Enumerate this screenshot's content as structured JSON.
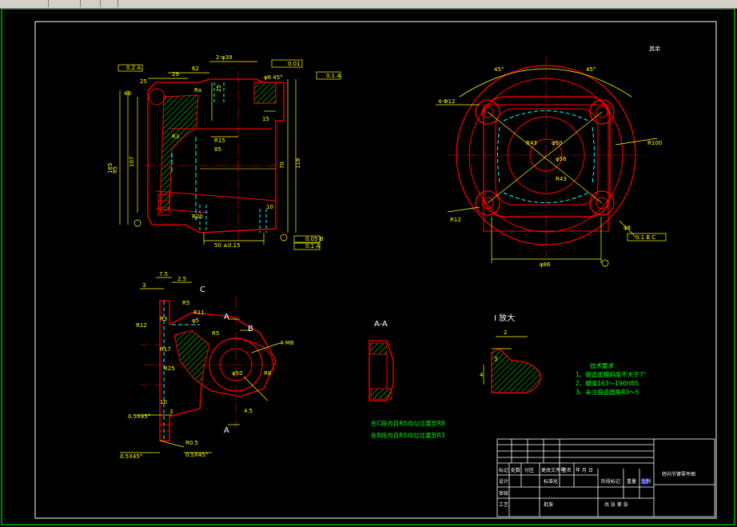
{
  "colors": {
    "background": "#000000",
    "frame": "#ffffff",
    "outline": "#ff0000",
    "dimension": "#ffff00",
    "hidden": "#00ffff",
    "center": "#ff0000",
    "hatch": "#00ff00",
    "text_note": "#00ff00",
    "border_green": "#00ff00"
  },
  "drawing": {
    "roughness_note": "其余",
    "section_label": "A-A",
    "detail_label": "I 放大",
    "tech_req_title": "技术要求",
    "tech_req_items": [
      "1、锻造拔模斜度不大于7°",
      "2、硬度163～196HBS",
      "3、未注锻造圆角R3～5"
    ],
    "notes": [
      "在C段内自R5均匀过渡至R8",
      "在B段内自R5均匀过渡至R3"
    ]
  },
  "views": {
    "front": {
      "dims": [
        "29",
        "62",
        "2-φ39",
        "0.01",
        "φ6 45°",
        "0.1 A",
        "0.2 A",
        "25",
        "49",
        "15",
        "Ra",
        "85",
        "95",
        "107",
        "165",
        "70",
        "118",
        "10",
        "25",
        "50 ±0.15",
        "0.05 B",
        "0.1 A",
        "R15",
        "R3",
        "R20"
      ]
    },
    "side": {
      "dims": [
        "45°",
        "4-Φ12",
        "φ50",
        "φ56",
        "R43",
        "R43",
        "R100",
        "R12",
        "45°",
        "φ8",
        "0.1 B C",
        "φ86"
      ]
    },
    "lower": {
      "dims": [
        "7.5",
        "3",
        "2.5",
        "C",
        "R12",
        "R3",
        "R5",
        "R11",
        "R17",
        "R25",
        "φ5",
        "B",
        "A",
        "4-M8",
        "R5",
        "φ50",
        "R8",
        "10",
        "3",
        "4.5",
        "0.5X45°",
        "0.5X45°",
        "0.5X45°",
        "R0.5",
        "A"
      ]
    },
    "detail": {
      "dims": [
        "2",
        "3",
        "4"
      ]
    }
  },
  "title_block": {
    "drawing_name": "转向节臂零件图",
    "row_labels": [
      "标记",
      "处数",
      "分区",
      "更改文件号",
      "签名",
      "年 月 日"
    ],
    "labels": [
      "设计",
      "标准化",
      "阶段标记",
      "重量",
      "比例",
      "审核",
      "工艺",
      "批准",
      "共 张 第 张"
    ]
  }
}
